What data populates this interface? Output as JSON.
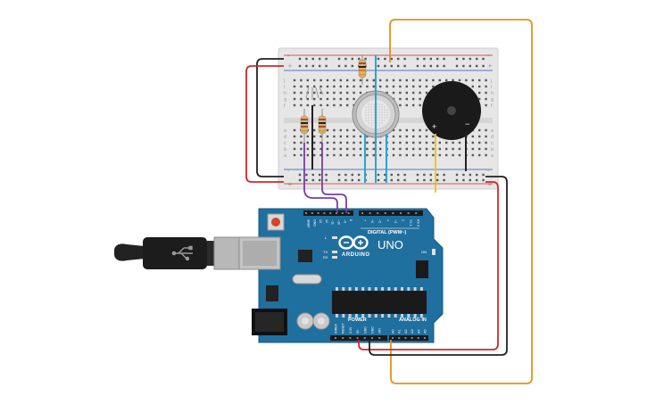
{
  "arduino": {
    "logo_text": "ARDUINO",
    "model": "UNO",
    "digital_label": "DIGITAL (PWM~)",
    "power_label": "POWER",
    "analog_label": "ANALOG IN",
    "led_l": "L",
    "led_tx": "TX",
    "led_rx": "RX",
    "led_on": "ON",
    "analog_pins": [
      "A0",
      "A1",
      "A2",
      "A3",
      "A4",
      "A5"
    ],
    "power_pins": [
      "IOREF",
      "RESET",
      "3.3V",
      "5V",
      "GND",
      "GND",
      "VIN"
    ],
    "digital_pins_left": [
      "AREF",
      "GND",
      "13",
      "12",
      "~11",
      "~10",
      "~9",
      "8"
    ],
    "digital_pins_right": [
      "7",
      "~6",
      "~5",
      "4",
      "~3",
      "2",
      "TX 1",
      "RX 0"
    ],
    "board_color": "#1f6f9f"
  },
  "breadboard": {
    "row_letters_top": [
      "j",
      "i",
      "h",
      "g",
      "f"
    ],
    "row_letters_bottom": [
      "e",
      "d",
      "c",
      "b",
      "a"
    ],
    "rail_plus": "+",
    "rail_minus": "-"
  },
  "buzzer": {
    "plus_label": "+",
    "minus_label": "−"
  },
  "wire_colors": {
    "black": "#222222",
    "red": "#d0282a",
    "orange": "#e8901a",
    "purple": "#7a3fa0",
    "yellow": "#f0c21a",
    "blue": "#2aa4d8"
  }
}
